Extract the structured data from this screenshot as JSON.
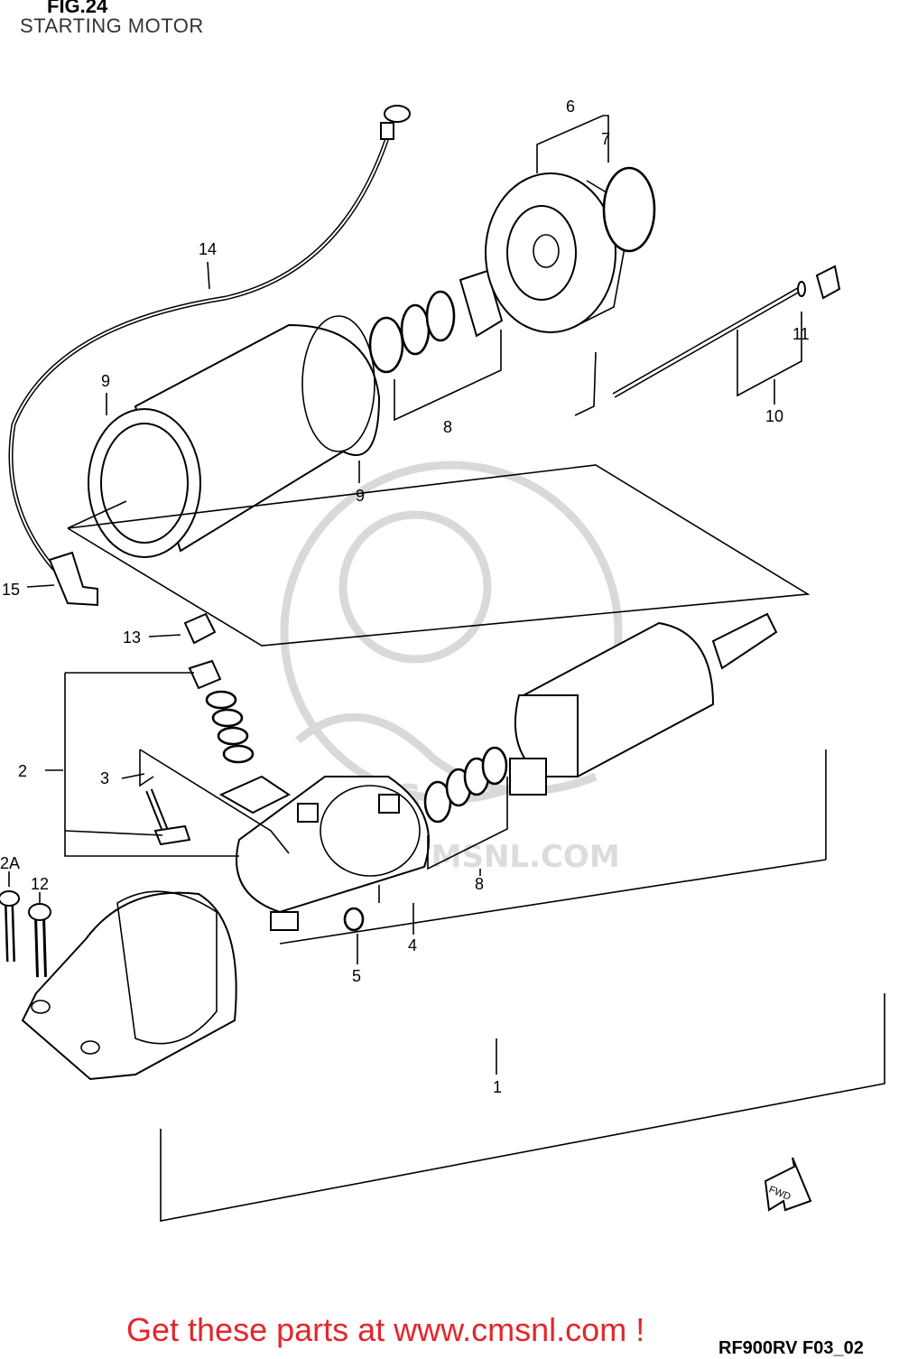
{
  "figure": {
    "title": "FIG.24",
    "subtitle": "STARTING MOTOR",
    "code": "RF900RV F03_02"
  },
  "cta": "Get these parts at www.cmsnl.com !",
  "watermark": {
    "text": "WWW.CMSNL.COM",
    "logo_text": "CMS"
  },
  "forward_badge": "FWD",
  "part_labels": {
    "p1": "1",
    "p2": "2",
    "p2A": "2A",
    "p3": "3",
    "p4": "4",
    "p5": "5",
    "p6": "6",
    "p7": "7",
    "p8a": "8",
    "p8b": "8",
    "p9a": "9",
    "p9b": "9",
    "p10": "10",
    "p11": "11",
    "p12": "12",
    "p13": "13",
    "p14": "14",
    "p15": "15"
  }
}
